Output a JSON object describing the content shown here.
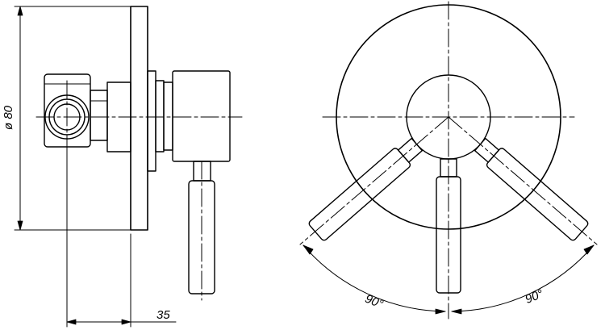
{
  "dimensions": {
    "diameter": "ø 80",
    "depth": "35",
    "angle_left": "90°",
    "angle_right": "90°"
  },
  "colors": {
    "ink": "#000000",
    "background": "#ffffff"
  }
}
